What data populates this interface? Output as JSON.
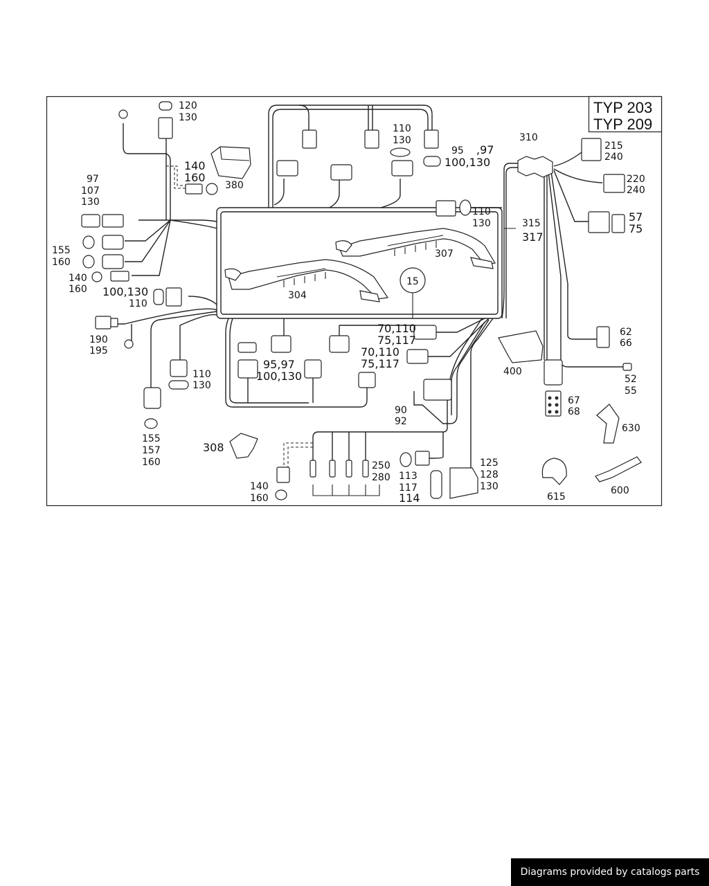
{
  "header": {
    "typ_1": "TYP 203",
    "typ_2": "TYP 209"
  },
  "footer": {
    "text": "Diagrams provided by catalogs parts"
  },
  "labels": {
    "l120": "120",
    "l130a": "130",
    "l140a": "140",
    "l160a": "160",
    "l380": "380",
    "l97a": "97",
    "l107": "107",
    "l130b": "130",
    "l155a": "155",
    "l160b": "160",
    "l140b": "140",
    "l160c": "160",
    "l100_130a": "100,130",
    "l110a": "110",
    "l190": "190",
    "l195": "195",
    "l110b": "110",
    "l130c": "130",
    "l155b": "155",
    "l157": "157",
    "l160d": "160",
    "l308": "308",
    "l140c": "140",
    "l160e": "160",
    "l250": "250",
    "l280": "280",
    "l113": "113",
    "l117a": "117",
    "l114": "114",
    "l125": "125",
    "l128": "128",
    "l130d": "130",
    "l615": "615",
    "l600": "600",
    "l630": "630",
    "l67": "67",
    "l68": "68",
    "l52": "52",
    "l55": "55",
    "l62": "62",
    "l66": "66",
    "l400": "400",
    "l90": "90",
    "l92": "92",
    "l70_110a": "70,110",
    "l75_117a": "75,117",
    "l70_110b": "70,110",
    "l75_117b": "75,117",
    "l95_97a": "95,97",
    "l100_130b": "100,130",
    "l304": "304",
    "l307": "307",
    "l15": "15",
    "l315": "315",
    "l317": "317",
    "l110c": "110",
    "l130e": "130",
    "l57": "57",
    "l75": "75",
    "l220": "220",
    "l240a": "240",
    "l215": "215",
    "l240b": "240",
    "l310": "310",
    "l110d": "110",
    "l130f": "130",
    "l95": "95",
    "l97b": ",97",
    "l100_130c": "100,130"
  }
}
